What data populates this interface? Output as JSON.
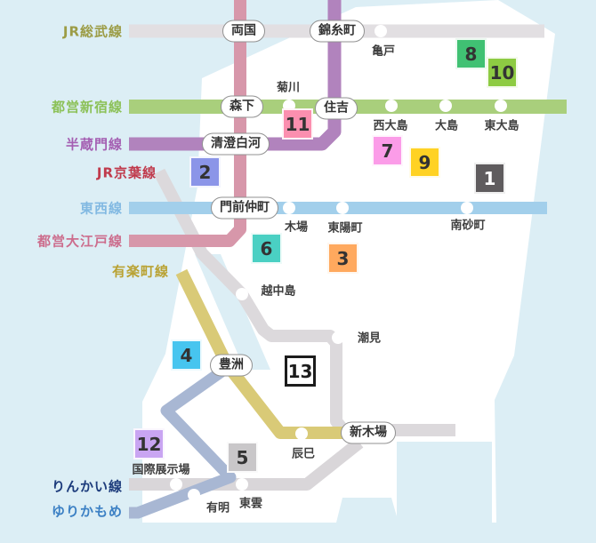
{
  "colors": {
    "water": "#dceef5",
    "land": "#ffffff",
    "dot": "#ffffff"
  },
  "lines": [
    {
      "name": "JR総武線",
      "label_color": "#9c9c46",
      "line_color": "#e2dfe2"
    },
    {
      "name": "都営新宿線",
      "label_color": "#8cc158",
      "line_color": "#a9cf7c"
    },
    {
      "name": "半蔵門線",
      "label_color": "#a45fb2",
      "line_color": "#b183bd"
    },
    {
      "name": "JR京葉線",
      "label_color": "#c03a4c",
      "line_color": "#dcd9dc"
    },
    {
      "name": "東西線",
      "label_color": "#82b9e2",
      "line_color": "#a2cfeb"
    },
    {
      "name": "都営大江戸線",
      "label_color": "#cc6d8d",
      "line_color": "#d797aa"
    },
    {
      "name": "有楽町線",
      "label_color": "#b9a233",
      "line_color": "#d9ca77"
    },
    {
      "name": "りんかい線",
      "label_color": "#1d3c7c",
      "line_color": "#d9d6d9"
    },
    {
      "name": "ゆりかもめ",
      "label_color": "#3c80c4",
      "line_color": "#a8b7d3"
    }
  ],
  "station_pills": [
    "両国",
    "錦糸町",
    "森下",
    "住吉",
    "清澄白河",
    "門前仲町",
    "豊洲",
    "新木場"
  ],
  "station_labels": [
    "亀戸",
    "菊川",
    "西大島",
    "大島",
    "東大島",
    "木場",
    "東陽町",
    "南砂町",
    "越中島",
    "潮見",
    "辰巳",
    "国際展示場",
    "東雲",
    "有明"
  ],
  "markers": [
    {
      "num": "1",
      "bg": "#5f5c5e",
      "fg": "#ffffff"
    },
    {
      "num": "2",
      "bg": "#8b95e8",
      "fg": "#333333"
    },
    {
      "num": "3",
      "bg": "#ffa95e",
      "fg": "#333333"
    },
    {
      "num": "4",
      "bg": "#47c5ef",
      "fg": "#333333"
    },
    {
      "num": "5",
      "bg": "#c9c7c9",
      "fg": "#333333"
    },
    {
      "num": "6",
      "bg": "#4ad0c3",
      "fg": "#333333"
    },
    {
      "num": "7",
      "bg": "#fb9ce8",
      "fg": "#333333"
    },
    {
      "num": "8",
      "bg": "#40c173",
      "fg": "#333333"
    },
    {
      "num": "9",
      "bg": "#ffd224",
      "fg": "#333333"
    },
    {
      "num": "10",
      "bg": "#8ecb43",
      "fg": "#333333"
    },
    {
      "num": "11",
      "bg": "#fb8faf",
      "fg": "#333333"
    },
    {
      "num": "12",
      "bg": "#c9a5f2",
      "fg": "#333333"
    },
    {
      "num": "13",
      "bg": "#ffffff",
      "fg": "#1c1c1c"
    }
  ]
}
